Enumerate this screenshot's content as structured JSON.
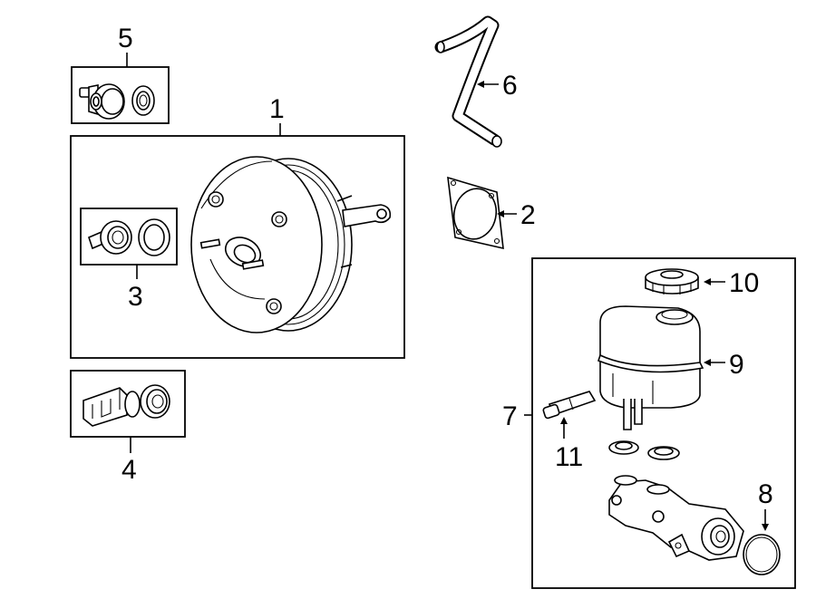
{
  "callouts": {
    "c1": "1",
    "c2": "2",
    "c3": "3",
    "c4": "4",
    "c5": "5",
    "c6": "6",
    "c7": "7",
    "c8": "8",
    "c9": "9",
    "c10": "10",
    "c11": "11"
  },
  "icons": {
    "booster": "brake-booster-icon",
    "gasket": "booster-gasket-icon",
    "hose": "vacuum-hose-icon",
    "valve": "check-valve-icon",
    "reservoir": "fluid-reservoir-icon",
    "cap": "reservoir-cap-icon",
    "master_cylinder": "master-cylinder-icon",
    "oring": "o-ring-icon",
    "sensor": "level-sensor-icon"
  },
  "colors": {
    "line": "#000000",
    "background": "#ffffff"
  }
}
